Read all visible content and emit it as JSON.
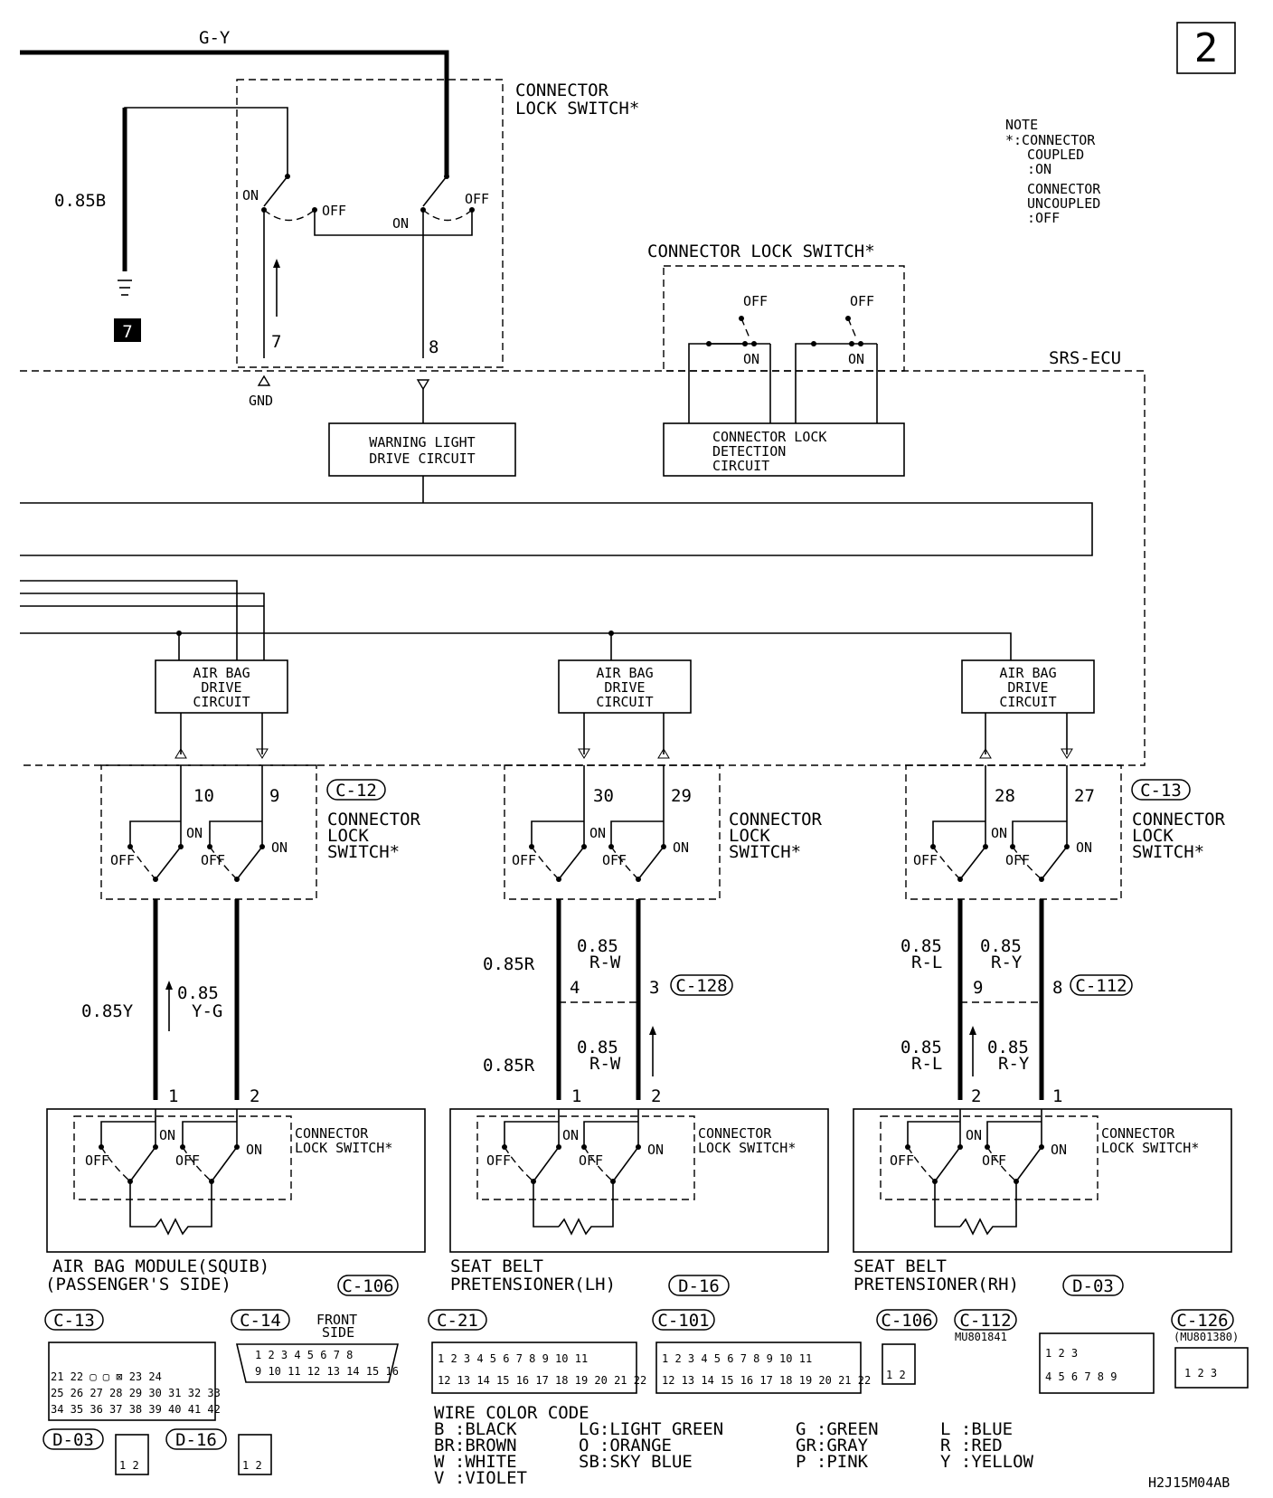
{
  "page_number": "2",
  "note": {
    "title": "NOTE",
    "line1": "*:CONNECTOR",
    "line2": "COUPLED",
    "line3": ":ON",
    "line4": "CONNECTOR",
    "line5": "UNCOUPLED",
    "line6": ":OFF"
  },
  "top": {
    "wire_gy": "G-Y",
    "wire_085b": "0.85B",
    "ground_no": "7",
    "cls_title_1": "CONNECTOR",
    "cls_title_2": "LOCK SWITCH*",
    "on": "ON",
    "off": "OFF",
    "pin7": "7",
    "pin8": "8",
    "gnd": "GND"
  },
  "ecu": {
    "label": "SRS-ECU",
    "warning_1": "WARNING LIGHT",
    "warning_2": "DRIVE CIRCUIT",
    "cls_title": "CONNECTOR LOCK SWITCH*",
    "detect_1": "CONNECTOR LOCK",
    "detect_2": "DETECTION",
    "detect_3": "CIRCUIT",
    "drive_1": "AIR BAG",
    "drive_2": "DRIVE",
    "drive_3": "CIRCUIT"
  },
  "connectors": {
    "c12": "C-12",
    "c13": "C-13",
    "c128": "C-128",
    "c112": "C-112",
    "c106": "C-106",
    "d16": "D-16",
    "d03": "D-03",
    "cls_1": "CONNECTOR",
    "cls_2": "LOCK",
    "cls_3": "SWITCH*",
    "cls_bottom_1": "CONNECTOR",
    "cls_bottom_2": "LOCK SWITCH*"
  },
  "pins": {
    "p10": "10",
    "p9": "9",
    "p30": "30",
    "p29": "29",
    "p28": "28",
    "p27": "27",
    "p4": "4",
    "p3": "3",
    "p9b": "9",
    "p8": "8",
    "p1": "1",
    "p2": "2"
  },
  "wires": {
    "w085y": "0.85Y",
    "w085": "0.85",
    "yg": "Y-G",
    "w085r": "0.85R",
    "rw": "R-W",
    "rl": "R-L",
    "ry": "R-Y"
  },
  "modules": {
    "squib_1": "AIR BAG MODULE(SQUIB)",
    "squib_2": "(PASSENGER'S SIDE)",
    "sblh_1": "SEAT BELT",
    "sblh_2": "PRETENSIONER(LH)",
    "sbrh_1": "SEAT BELT",
    "sbrh_2": "PRETENSIONER(RH)"
  },
  "legend_connectors": {
    "c13": "C-13",
    "c14": "C-14",
    "front_side_1": "FRONT",
    "front_side_2": "SIDE",
    "c21": "C-21",
    "c101": "C-101",
    "c106": "C-106",
    "c112": "C-112",
    "mu1": "MU801841",
    "c126": "C-126",
    "mu2": "(MU801380)",
    "d03": "D-03",
    "d16": "D-16"
  },
  "wire_color_code": {
    "title": "WIRE COLOR CODE",
    "b": "B :BLACK",
    "br": "BR:BROWN",
    "w": "W :WHITE",
    "v": "V :VIOLET",
    "lg": "LG:LIGHT GREEN",
    "o": "O :ORANGE",
    "sb": "SB:SKY BLUE",
    "g": "G :GREEN",
    "gr": "GR:GRAY",
    "p": "P :PINK",
    "l": "L :BLUE",
    "r": "R :RED",
    "y": "Y :YELLOW"
  },
  "doc_code": "H2J15M04AB"
}
